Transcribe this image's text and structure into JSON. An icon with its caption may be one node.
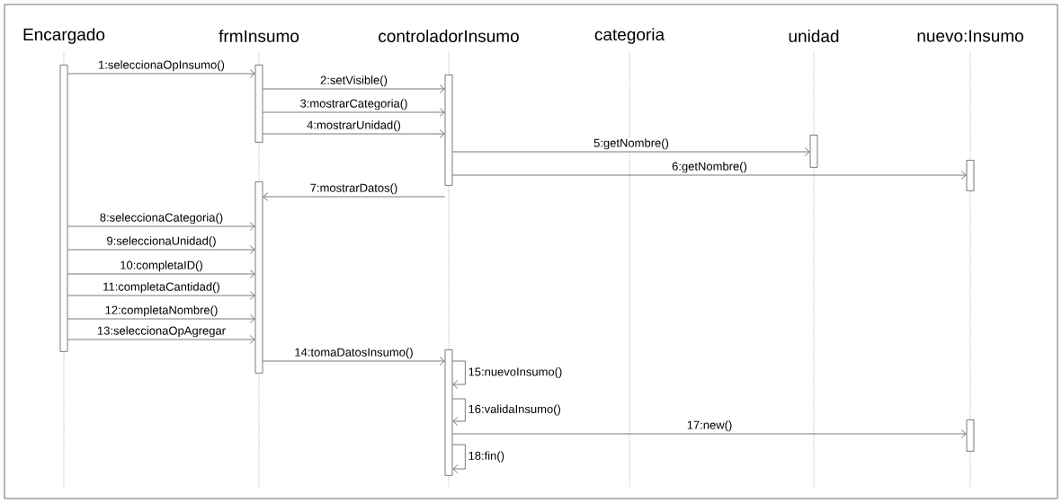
{
  "diagram": {
    "nodes": [
      {
        "text": [
          "Encargado"
        ]
      },
      {
        "text": [
          "frmInsumo"
        ]
      },
      {
        "text": [
          "controladorInsumo"
        ]
      },
      {
        "text": [
          "categoria"
        ]
      },
      {
        "text": [
          "unidad"
        ]
      },
      {
        "text": [
          "nuevo:Insumo"
        ]
      },
      {
        "text": [],
        "shape": "bar"
      },
      {
        "text": [],
        "shape": "bar"
      },
      {
        "text": [],
        "shape": "bar"
      },
      {
        "text": [],
        "shape": "bar"
      },
      {
        "text": [],
        "shape": "bar"
      },
      {
        "text": [],
        "shape": "bar"
      },
      {
        "text": [],
        "shape": "bar"
      },
      {
        "text": [],
        "shape": "bar"
      }
    ],
    "edges": [
      {
        "from": 6,
        "to": 7,
        "arrow": "to",
        "label": "1:seleccionaOpInsumo()"
      },
      {
        "from": 7,
        "to": 9,
        "arrow": "to",
        "label": "2:setVisible()"
      },
      {
        "from": 7,
        "to": 9,
        "arrow": "to",
        "label": "3:mostrarCategoria()"
      },
      {
        "from": 7,
        "to": 9,
        "arrow": "to",
        "label": "4:mostrarUnidad()"
      },
      {
        "from": 9,
        "to": 11,
        "arrow": "to",
        "label": "5:getNombre()"
      },
      {
        "from": 9,
        "to": 12,
        "arrow": "to",
        "label": "6:getNombre()"
      },
      {
        "from": 9,
        "to": 8,
        "arrow": "to",
        "label": "7:mostrarDatos()"
      },
      {
        "from": 6,
        "to": 8,
        "arrow": "to",
        "label": "8:seleccionaCategoria()"
      },
      {
        "from": 6,
        "to": 8,
        "arrow": "to",
        "label": "9:seleccionaUnidad()"
      },
      {
        "from": 6,
        "to": 8,
        "arrow": "to",
        "label": "10:completaID()"
      },
      {
        "from": 6,
        "to": 8,
        "arrow": "to",
        "label": "11:completaCantidad()"
      },
      {
        "from": 6,
        "to": 8,
        "arrow": "to",
        "label": "12:completaNombre()"
      },
      {
        "from": 6,
        "to": 8,
        "arrow": "to",
        "label": "13:seleccionaOpAgregar"
      },
      {
        "from": 8,
        "to": 10,
        "arrow": "to",
        "label": "14:tomaDatosInsumo()"
      },
      {
        "from": 10,
        "to": 10,
        "arrow": "to",
        "label": "15:nuevoInsumo()"
      },
      {
        "from": 10,
        "to": 10,
        "arrow": "to",
        "label": "16:validaInsumo()"
      },
      {
        "from": 10,
        "to": 13,
        "arrow": "to",
        "label": "17:new()"
      },
      {
        "from": 10,
        "to": 10,
        "arrow": "to",
        "label": "18:fin()"
      }
    ]
  }
}
